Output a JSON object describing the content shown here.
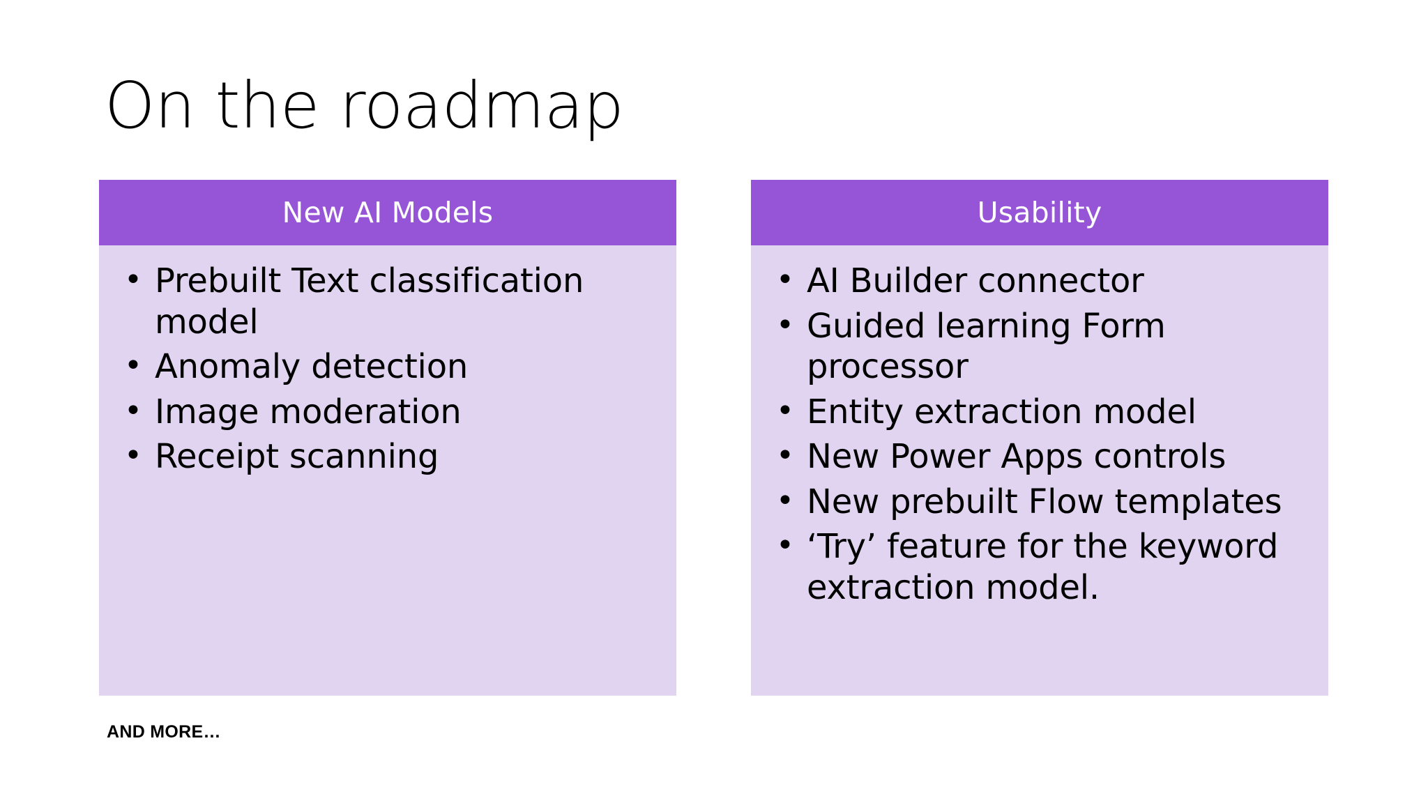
{
  "slide": {
    "title": "On the roadmap",
    "background_color": "#ffffff",
    "footer_note": "AND MORE…"
  },
  "theme": {
    "header_color": "#9655d6",
    "body_color": "#e0d4f0",
    "header_text_color": "#ffffff",
    "text_color": "#000000"
  },
  "cards": [
    {
      "header": "New AI Models",
      "items": [
        "Prebuilt Text classification model",
        "Anomaly detection",
        "Image moderation",
        "Receipt scanning"
      ]
    },
    {
      "header": "Usability",
      "items": [
        "AI Builder connector",
        "Guided learning Form processor",
        "Entity extraction model",
        "New Power Apps controls",
        "New prebuilt Flow templates",
        "‘Try’ feature for the keyword extraction model."
      ]
    }
  ]
}
